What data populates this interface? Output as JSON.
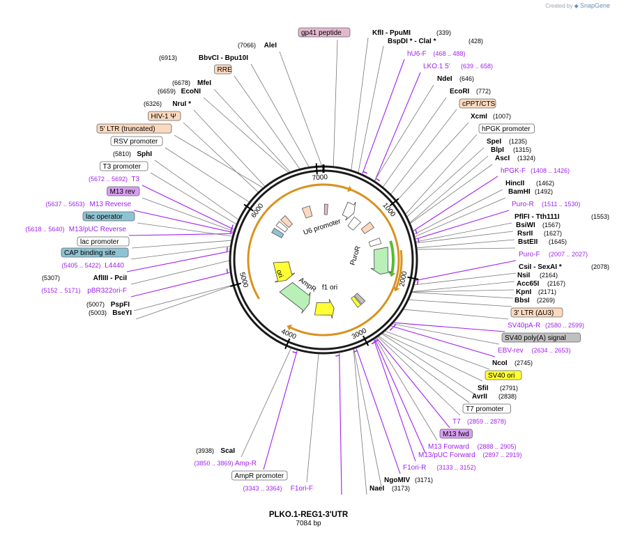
{
  "header": {
    "created_by": "Created by",
    "brand": "SnapGene"
  },
  "plasmid": {
    "name": "PLKO.1-REG1-3'UTR",
    "length": "7084 bp"
  },
  "colors": {
    "backbone": "#1a1a1a",
    "promoter_box": "#ffffff",
    "ltr_box": "#fbd9bf",
    "peptide_box": "#e3b8cf",
    "operator_box": "#8ec3d3",
    "ori_box": "#ffff33",
    "primer_site_box": "#d99ef0",
    "polyA_box": "#c0c0c0",
    "primer": "#a020f0",
    "orf_green": "#b8f0b8",
    "orange_arc": "#d9921f",
    "green_arc": "#55bb33"
  },
  "ticks": [
    {
      "label": "1000"
    },
    {
      "label": "2000"
    },
    {
      "label": "3000"
    },
    {
      "label": "4000"
    },
    {
      "label": "5000"
    },
    {
      "label": "6000"
    },
    {
      "label": "7000"
    }
  ],
  "inner_labels": [
    {
      "text": "U6 promoter"
    },
    {
      "text": "PuroR"
    },
    {
      "text": "f1 ori"
    },
    {
      "text": "AmpR"
    },
    {
      "text": "ori"
    }
  ],
  "labels": [
    {
      "kind": "feat",
      "box": "peptide",
      "name": "gp41 peptide",
      "pos": ""
    },
    {
      "kind": "enz",
      "name": "KflI",
      "name2": "PpuMI",
      "pos": "(339)"
    },
    {
      "kind": "enz",
      "name": "BspDI *",
      "name2": "ClaI *",
      "pos": "(428)"
    },
    {
      "kind": "primer",
      "name": "hU6-F",
      "pos": "(468 .. 488)"
    },
    {
      "kind": "primer",
      "name": "LKO.1 5'",
      "pos": "(639 .. 658)"
    },
    {
      "kind": "enz",
      "name": "NdeI",
      "pos": "(646)"
    },
    {
      "kind": "enz",
      "name": "EcoRI",
      "pos": "(772)"
    },
    {
      "kind": "feat",
      "box": "ltr",
      "name": "cPPT/CTS",
      "pos": ""
    },
    {
      "kind": "enz",
      "name": "XcmI",
      "pos": "(1007)"
    },
    {
      "kind": "feat",
      "box": "promoter",
      "name": "hPGK promoter",
      "pos": ""
    },
    {
      "kind": "enz",
      "name": "SpeI",
      "pos": "(1235)"
    },
    {
      "kind": "enz",
      "name": "BlpI",
      "pos": "(1315)"
    },
    {
      "kind": "enz",
      "name": "AscI",
      "pos": "(1324)"
    },
    {
      "kind": "primer",
      "name": "hPGK-F",
      "pos": "(1408 .. 1426)"
    },
    {
      "kind": "enz",
      "name": "HincII",
      "pos": "(1462)"
    },
    {
      "kind": "enz",
      "name": "BamHI",
      "pos": "(1492)"
    },
    {
      "kind": "primer",
      "name": "Puro-R",
      "pos": "(1511 .. 1530)"
    },
    {
      "kind": "enz",
      "name": "PflFI",
      "name2": "Tth111I",
      "pos": "(1553)"
    },
    {
      "kind": "enz",
      "name": "BsiWI",
      "pos": "(1567)"
    },
    {
      "kind": "enz",
      "name": "RsrII",
      "pos": "(1627)"
    },
    {
      "kind": "enz",
      "name": "BstEII",
      "pos": "(1645)"
    },
    {
      "kind": "primer",
      "name": "Puro-F",
      "pos": "(2007 .. 2027)"
    },
    {
      "kind": "enz",
      "name": "CsiI",
      "name2": "SexAI *",
      "pos": "(2078)"
    },
    {
      "kind": "enz",
      "name": "NsiI",
      "pos": "(2164)"
    },
    {
      "kind": "enz",
      "name": "Acc65I",
      "pos": "(2167)"
    },
    {
      "kind": "enz",
      "name": "KpnI",
      "pos": "(2171)"
    },
    {
      "kind": "enz",
      "name": "BbsI",
      "pos": "(2269)"
    },
    {
      "kind": "feat",
      "box": "ltr",
      "name": "3' LTR (ΔU3)",
      "pos": ""
    },
    {
      "kind": "primer",
      "name": "SV40pA-R",
      "pos": "(2580 .. 2599)"
    },
    {
      "kind": "feat",
      "box": "polyA",
      "name": "SV40 poly(A) signal",
      "pos": ""
    },
    {
      "kind": "primer",
      "name": "EBV-rev",
      "pos": "(2634 .. 2653)"
    },
    {
      "kind": "enz",
      "name": "NcoI",
      "pos": "(2745)"
    },
    {
      "kind": "feat",
      "box": "ori",
      "name": "SV40 ori",
      "pos": ""
    },
    {
      "kind": "enz",
      "name": "SfiI",
      "pos": "(2791)"
    },
    {
      "kind": "enz",
      "name": "AvrII",
      "pos": "(2838)"
    },
    {
      "kind": "feat",
      "box": "promoter",
      "name": "T7 promoter",
      "pos": ""
    },
    {
      "kind": "primer",
      "name": "T7",
      "pos": "(2859 .. 2878)"
    },
    {
      "kind": "feat",
      "box": "primersite",
      "name": "M13 fwd",
      "pos": ""
    },
    {
      "kind": "primer",
      "name": "M13 Forward",
      "pos": "(2888 .. 2905)"
    },
    {
      "kind": "primer",
      "name": "M13/pUC Forward",
      "pos": "(2897 .. 2919)"
    },
    {
      "kind": "primer",
      "name": "F1ori-R",
      "pos": "(3133 .. 3152)"
    },
    {
      "kind": "enz",
      "name": "NgoMIV",
      "pos": "(3171)"
    },
    {
      "kind": "enz",
      "name": "NaeI",
      "pos": "(3173)"
    },
    {
      "kind": "primer",
      "name": "F1ori-F",
      "pos": "(3343 .. 3364)"
    },
    {
      "kind": "feat",
      "box": "promoter",
      "name": "AmpR promoter",
      "pos": ""
    },
    {
      "kind": "primer",
      "name": "Amp-R",
      "pos": "(3850 .. 3869)"
    },
    {
      "kind": "enz",
      "name": "ScaI",
      "pos": "(3938)"
    },
    {
      "kind": "enz",
      "name": "BseYI",
      "pos": "(5003)"
    },
    {
      "kind": "enz",
      "name": "PspFI",
      "pos": "(5007)"
    },
    {
      "kind": "primer",
      "name": "pBR322ori-F",
      "pos": "(5152 .. 5171)"
    },
    {
      "kind": "enz",
      "name": "AflIII",
      "name2": "PciI",
      "pos": "(5307)"
    },
    {
      "kind": "primer",
      "name": "L4440",
      "pos": "(5405 .. 5422)"
    },
    {
      "kind": "feat",
      "box": "operator",
      "name": "CAP binding site",
      "pos": ""
    },
    {
      "kind": "feat",
      "box": "promoter",
      "name": "lac promoter",
      "pos": ""
    },
    {
      "kind": "primer",
      "name": "M13/pUC Reverse",
      "pos": "(5618 .. 5640)"
    },
    {
      "kind": "feat",
      "box": "operator",
      "name": "lac operator",
      "pos": ""
    },
    {
      "kind": "primer",
      "name": "M13 Reverse",
      "pos": "(5637 .. 5653)"
    },
    {
      "kind": "feat",
      "box": "primersite",
      "name": "M13 rev",
      "pos": ""
    },
    {
      "kind": "primer",
      "name": "T3",
      "pos": "(5672 .. 5692)"
    },
    {
      "kind": "feat",
      "box": "promoter",
      "name": "T3 promoter",
      "pos": ""
    },
    {
      "kind": "enz",
      "name": "SphI",
      "pos": "(5810)"
    },
    {
      "kind": "feat",
      "box": "promoter",
      "name": "RSV promoter",
      "pos": ""
    },
    {
      "kind": "feat",
      "box": "ltr",
      "name": "5' LTR (truncated)",
      "pos": ""
    },
    {
      "kind": "feat",
      "box": "ltr",
      "name": "HIV-1 Ψ",
      "pos": ""
    },
    {
      "kind": "enz",
      "name": "NruI *",
      "pos": "(6326)"
    },
    {
      "kind": "enz",
      "name": "EcoNI",
      "pos": "(6659)"
    },
    {
      "kind": "enz",
      "name": "MfeI",
      "pos": "(6678)"
    },
    {
      "kind": "feat",
      "box": "ltr",
      "name": "RRE",
      "pos": ""
    },
    {
      "kind": "enz",
      "name": "BbvCI",
      "name2": "Bpu10I",
      "pos": "(6913)"
    },
    {
      "kind": "enz",
      "name": "AleI",
      "pos": "(7066)"
    }
  ]
}
